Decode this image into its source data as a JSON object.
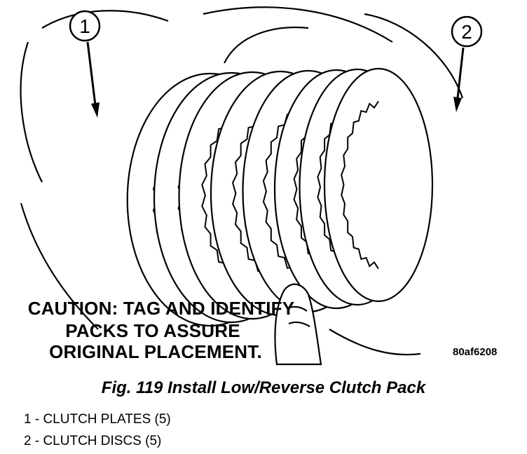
{
  "callouts": {
    "one": "1",
    "two": "2"
  },
  "caution": [
    "CAUTION: TAG AND IDENTIFY",
    "PACKS TO ASSURE",
    "ORIGINAL PLACEMENT."
  ],
  "reference_code": "80af6208",
  "caption": "Fig. 119 Install Low/Reverse Clutch Pack",
  "legend": [
    "1 - CLUTCH PLATES (5)",
    "2 - CLUTCH DISCS (5)"
  ],
  "colors": {
    "ink": "#000000",
    "paper": "#ffffff"
  }
}
